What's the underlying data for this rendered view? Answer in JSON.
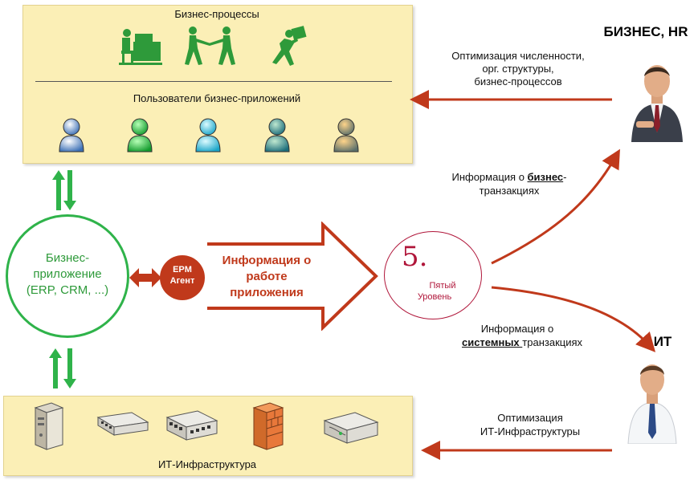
{
  "business_panel": {
    "title": "Бизнес-процессы",
    "users_title": "Пользователи бизнес-приложений"
  },
  "infra_panel": {
    "title": "ИТ-Инфраструктура"
  },
  "app_circle": {
    "line1": "Бизнес-",
    "line2": "приложение",
    "line3": "(ERP, CRM, ...)"
  },
  "epm_agent": {
    "line1": "EPM",
    "line2": "Агент"
  },
  "main_arrow": {
    "line1": "Информация о",
    "line2": "работе",
    "line3": "приложения"
  },
  "logo": {
    "mark": "5.",
    "line1": "Пятый",
    "line2": "Уровень"
  },
  "business_hr": {
    "label": "БИЗНЕС, HR"
  },
  "it": {
    "label": "ИТ"
  },
  "top_caption": {
    "line1": "Оптимизация численности,",
    "line2": "орг. структуры,",
    "line3": "бизнес-процессов"
  },
  "business_trans": {
    "prefix": "Информация о ",
    "emph": "бизнес",
    "suffix": "-",
    "line2": "транзакциях"
  },
  "system_trans": {
    "line1": "Информация о",
    "emph": "системных ",
    "suffix": "транзакциях"
  },
  "infra_caption": {
    "line1": "Оптимизация",
    "line2": "ИТ-Инфраструктуры"
  },
  "colors": {
    "accent_red": "#c0391b",
    "green": "#2fb34a",
    "panel_bg": "#fbefb6",
    "logo_red": "#b0163a"
  }
}
